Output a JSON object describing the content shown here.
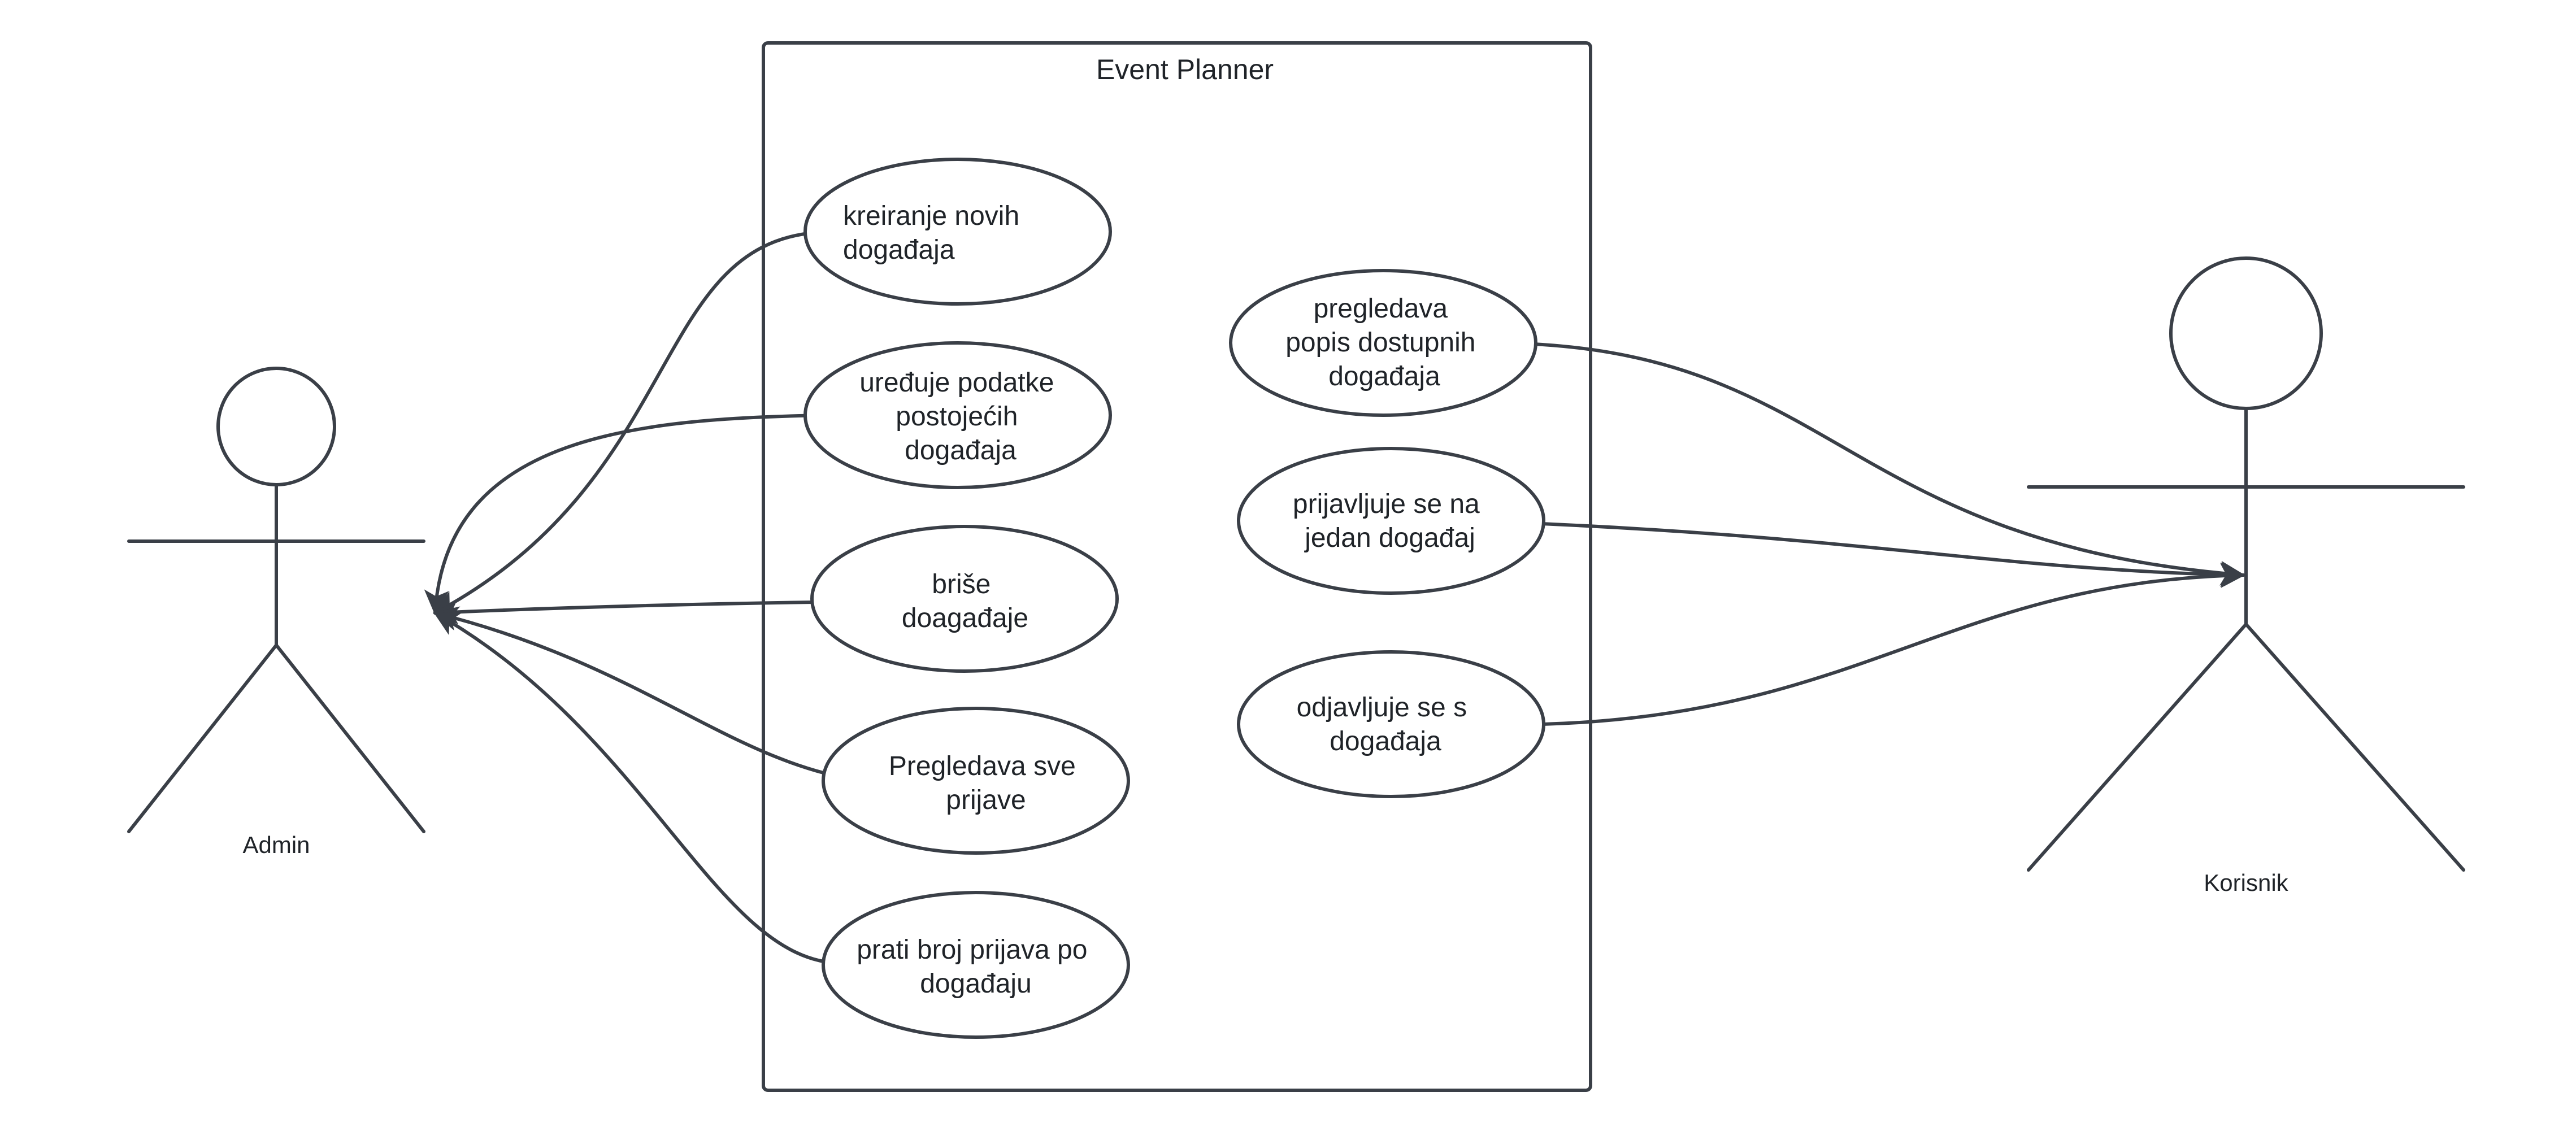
{
  "system": {
    "title": "Event Planner"
  },
  "actors": {
    "admin": {
      "label": "Admin"
    },
    "korisnik": {
      "label": "Korisnik"
    }
  },
  "use_cases": {
    "kreiranje": {
      "lines": [
        "kreiranje novih",
        "događaja"
      ]
    },
    "uredjuje": {
      "lines": [
        "uređuje podatke",
        "postojećih",
        "događaja"
      ]
    },
    "brise": {
      "lines": [
        "briše",
        "doagađaje"
      ]
    },
    "pregledava_prijave": {
      "lines": [
        "Pregledava sve",
        "prijave"
      ]
    },
    "prati": {
      "lines": [
        "prati broj prijava po",
        "događaju"
      ]
    },
    "pregledava_popis": {
      "lines": [
        "pregledava",
        "popis dostupnih",
        "događaja"
      ]
    },
    "prijavljuje": {
      "lines": [
        "prijavljuje se na",
        "jedan događaj"
      ]
    },
    "odjavljuje": {
      "lines": [
        "odjavljuje se s",
        "događaja"
      ]
    }
  },
  "colors": {
    "stroke": "#3a3f47",
    "text": "#1f2328",
    "background": "#ffffff"
  }
}
